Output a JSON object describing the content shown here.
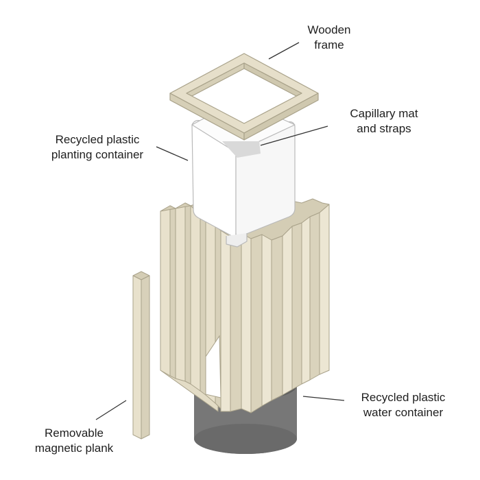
{
  "labels": {
    "wooden_frame": [
      "Wooden",
      "frame"
    ],
    "capillary_mat": [
      "Capillary mat",
      "and straps"
    ],
    "planting_container": [
      "Recycled plastic",
      "planting container"
    ],
    "water_container": [
      "Recycled plastic",
      "water container"
    ],
    "magnetic_plank": [
      "Removable",
      "magnetic plank"
    ]
  },
  "colors": {
    "wood": "#e6dfca",
    "wood_edge": "#a9a28a",
    "container": "#ffffff",
    "container_edge": "#b9b9b9",
    "mat": "#d9d9d9",
    "water_container": "#777777",
    "water_container_dark": "#5f5f5f",
    "leader_line": "#333333",
    "text": "#1e1e1e"
  }
}
